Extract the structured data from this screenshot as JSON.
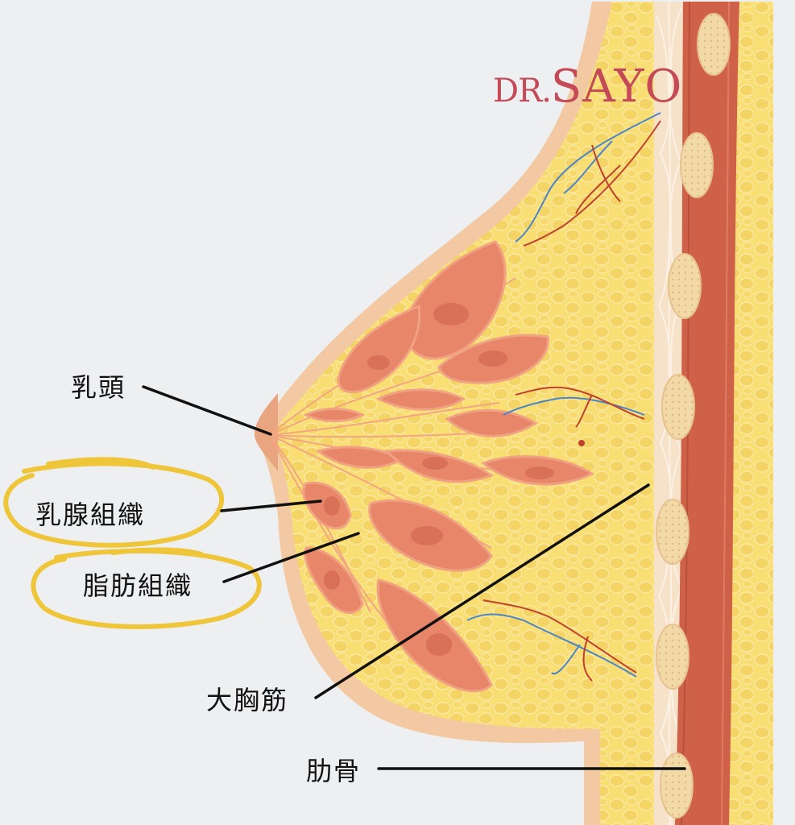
{
  "brand": {
    "prefix": "DR.",
    "name": "SAYO"
  },
  "labels": {
    "nipple": "乳頭",
    "mammary_gland": "乳腺組織",
    "fat_tissue": "脂肪組織",
    "pectoralis_major": "大胸筋",
    "rib": "肋骨"
  },
  "highlighted": [
    "mammary_gland",
    "fat_tissue"
  ],
  "colors": {
    "background": "#eeeff1",
    "skin": "#f2c9a3",
    "fat": "#f8de73",
    "gland": "#e8866a",
    "muscle": "#cf6149",
    "rib": "#f1d9a8",
    "highlight": "#efc53a",
    "brand": "#c44a58",
    "artery": "#c0402e",
    "vein": "#4a86c8"
  }
}
